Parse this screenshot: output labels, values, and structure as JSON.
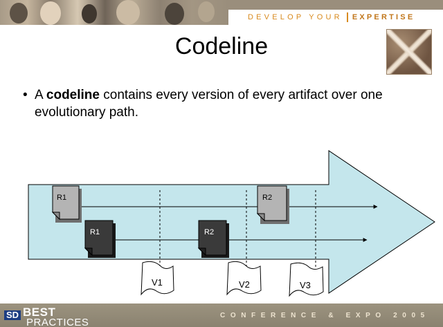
{
  "header": {
    "tagline_left": "DEVELOP YOUR",
    "tagline_right": "EXPERTISE"
  },
  "slide": {
    "title": "Codeline",
    "bullet_prefix": "A ",
    "bullet_bold": "codeline",
    "bullet_rest": " contains every version of every artifact over one evolutionary path."
  },
  "diagram": {
    "arrow_fill": "#c4e6ec",
    "version_tags": [
      "V1",
      "V2",
      "V3"
    ],
    "artifacts": [
      {
        "label": "R1",
        "style": "light"
      },
      {
        "label": "R2",
        "style": "light"
      },
      {
        "label": "R1",
        "style": "dark"
      },
      {
        "label": "R2",
        "style": "dark"
      }
    ]
  },
  "footer": {
    "logo_sd": "SD",
    "logo_best": "BEST",
    "logo_practices": "PRACTICES",
    "conference": "CONFERENCE & EXPO 2005"
  }
}
